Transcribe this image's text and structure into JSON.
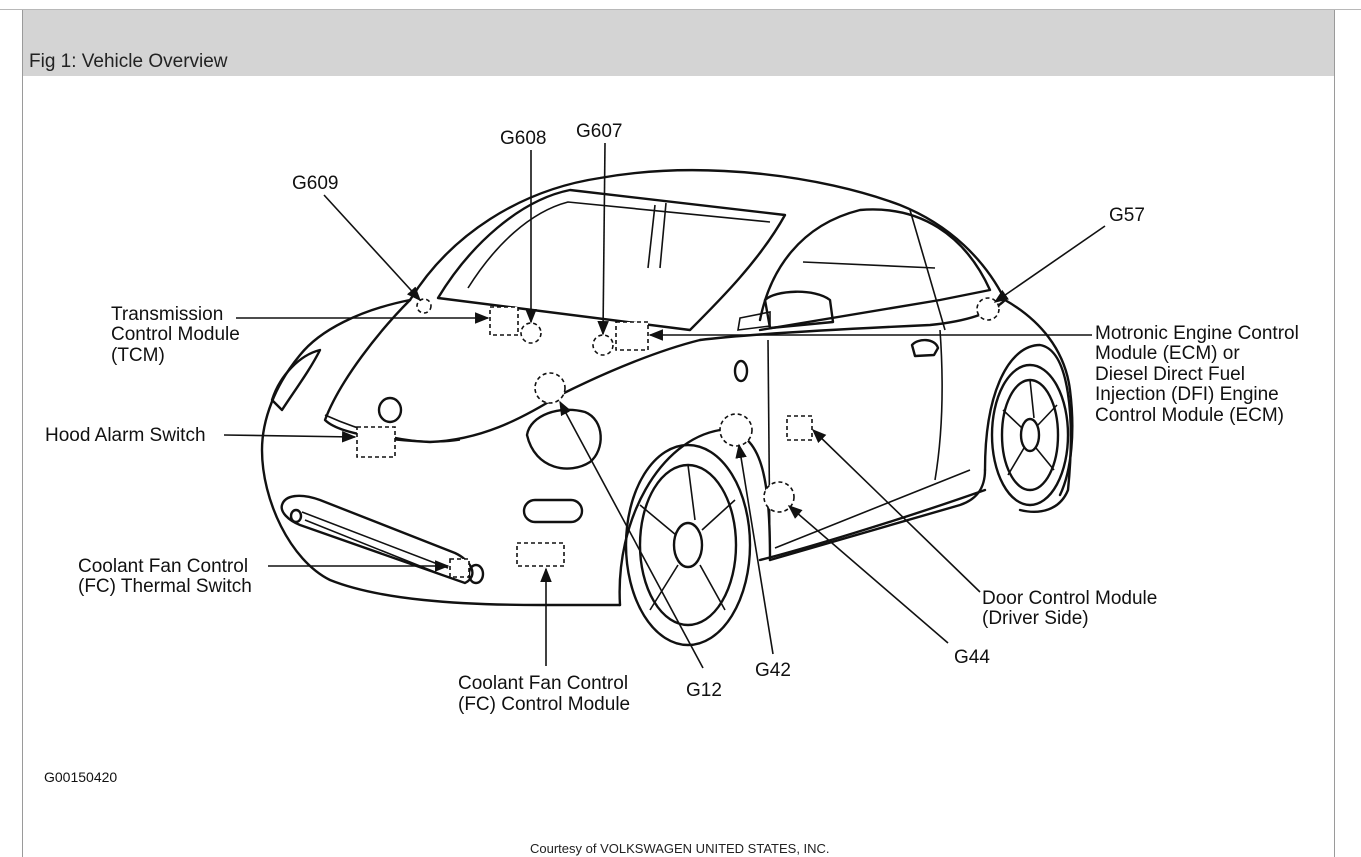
{
  "figure": {
    "title": "Fig 1: Vehicle Overview",
    "image_code": "G00150420",
    "courtesy": "Courtesy of VOLKSWAGEN UNITED STATES, INC."
  },
  "labels": {
    "g609": "G609",
    "g608": "G608",
    "g607": "G607",
    "g57": "G57",
    "tcm": [
      "Transmission",
      "Control Module",
      "(TCM)"
    ],
    "ecm": [
      "Motronic Engine Control",
      "Module (ECM) or",
      "Diesel Direct Fuel",
      "Injection (DFI) Engine",
      "Control Module (ECM)"
    ],
    "hood_alarm": "Hood Alarm Switch",
    "fc_thermal": [
      "Coolant Fan Control",
      "(FC) Thermal Switch"
    ],
    "fc_module": [
      "Coolant Fan Control",
      "(FC) Control Module"
    ],
    "door_module": [
      "Door Control Module",
      "(Driver Side)"
    ],
    "g12": "G12",
    "g42": "G42",
    "g44": "G44"
  }
}
